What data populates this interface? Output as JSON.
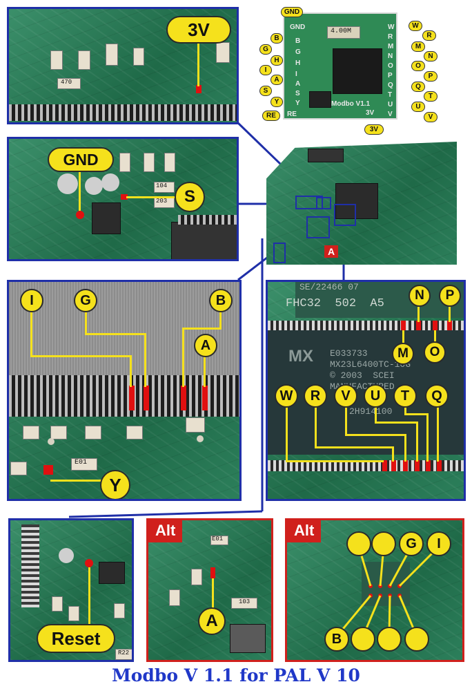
{
  "modchip": {
    "board_text": "Modbo V1.1",
    "crystal_text": "4.00M",
    "gnd_letter": "GND",
    "re_letter": "RE",
    "left_letters": [
      "B",
      "G",
      "H",
      "I",
      "A",
      "S",
      "Y"
    ],
    "right_letters": [
      "W",
      "R",
      "M",
      "N",
      "O",
      "P",
      "Q",
      "T",
      "U",
      "V"
    ],
    "labels_left": [
      "B",
      "G",
      "H",
      "I",
      "A",
      "S",
      "Y",
      "RE"
    ],
    "labels_right": [
      "W",
      "R",
      "M",
      "N",
      "O",
      "P",
      "Q",
      "T",
      "U",
      "V"
    ],
    "label_gnd": "GND",
    "label_3v": "3V",
    "board_3v": "3V"
  },
  "panels": {
    "p3v": {
      "label": "3V",
      "board_text": "470"
    },
    "pgnd": {
      "labels": [
        "GND",
        "S"
      ],
      "board_text": [
        "104",
        "203"
      ]
    },
    "ptopchip": {
      "labels": [
        "I",
        "G",
        "B",
        "A",
        "Y"
      ],
      "board_text": "E01"
    },
    "pflash": {
      "labels_top": [
        "N",
        "P",
        "M",
        "O"
      ],
      "labels_bottom": [
        "W",
        "R",
        "V",
        "U",
        "T",
        "Q"
      ],
      "chip_text": [
        "FHC32  502  A5",
        "E033733",
        "MX23L6400TC-10G",
        "© 2003  SCEI",
        "MANUFACTURED",
        "2H914100"
      ],
      "logo_text": "MX",
      "top_partial": "SE/22466 07"
    },
    "preset": {
      "label": "Reset",
      "board_text": "R22"
    },
    "palt1": {
      "tag": "Alt",
      "label": "A",
      "board_text": [
        "E01",
        "103"
      ]
    },
    "palt2": {
      "tag": "Alt",
      "labels": [
        "G",
        "I",
        "B"
      ]
    }
  },
  "mainboard": {
    "marker": "A"
  },
  "footer": {
    "title": "Modbo V 1.1 for PAL V 10"
  }
}
